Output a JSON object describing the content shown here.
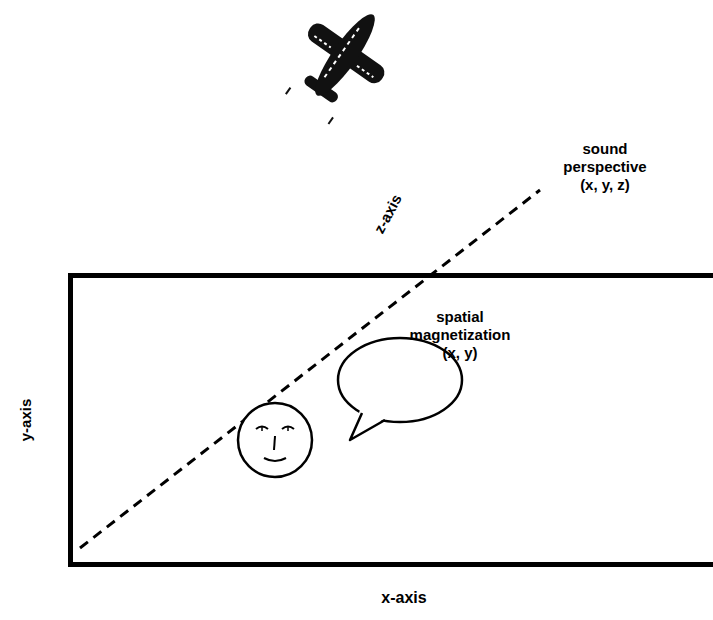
{
  "diagram": {
    "nodes": [
      {
        "text": [
          "spatial magnetization (x, y)"
        ]
      }
    ],
    "labels": [
      "z-axis",
      "sound perspective (x, y, z)",
      "y-axis",
      "x-axis"
    ]
  }
}
